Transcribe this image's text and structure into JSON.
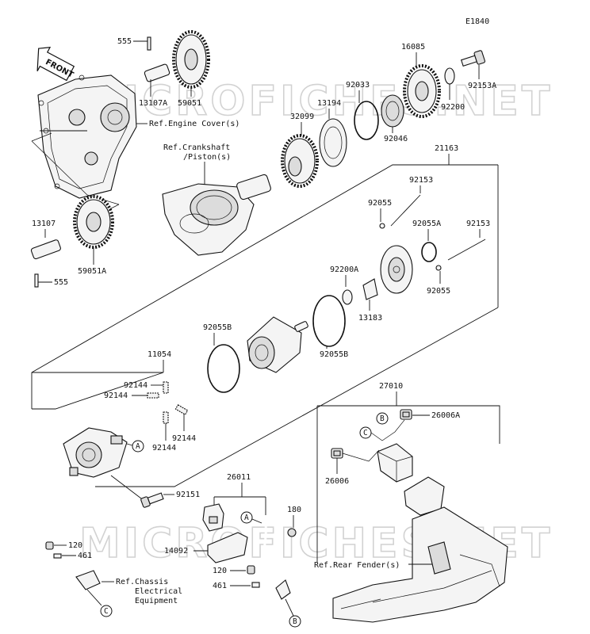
{
  "diagram_id": "E1840",
  "front_label": "FRONT",
  "watermark": "MICROFICHES.NET",
  "parts": {
    "p555_top": "555",
    "p13107A": "13107A",
    "p59051": "59051",
    "p13107": "13107",
    "p59051A": "59051A",
    "p555_bot": "555",
    "p32099": "32099",
    "p13194": "13194",
    "p92033": "92033",
    "p16085": "16085",
    "p92200": "92200",
    "p92153A": "92153A",
    "p92046": "92046",
    "p21163": "21163",
    "p92153_a": "92153",
    "p92055_a": "92055",
    "p92055A": "92055A",
    "p92153_b": "92153",
    "p92055_b": "92055",
    "p92200A": "92200A",
    "p13183": "13183",
    "p92055B_a": "92055B",
    "p92055B_b": "92055B",
    "p11054": "11054",
    "p92144_a": "92144",
    "p92144_b": "92144",
    "p92144_c": "92144",
    "p92144_d": "92144",
    "p92151": "92151",
    "p26011": "26011",
    "p180": "180",
    "p14092": "14092",
    "p120_a": "120",
    "p461_a": "461",
    "p120_b": "120",
    "p461_b": "461",
    "p27010": "27010",
    "p26006A": "26006A",
    "p26006": "26006"
  },
  "refs": {
    "engine_cover": "Ref.Engine Cover(s)",
    "crankshaft_1": "Ref.Crankshaft",
    "crankshaft_2": "/Piston(s)",
    "chassis_1": "Ref.Chassis",
    "chassis_2": "Electrical",
    "chassis_3": "Equipment",
    "rear_fender": "Ref.Rear Fender(s)"
  },
  "callouts": {
    "a1": "A",
    "a2": "A",
    "b1": "B",
    "b2": "B",
    "c1": "C",
    "c2": "C"
  }
}
